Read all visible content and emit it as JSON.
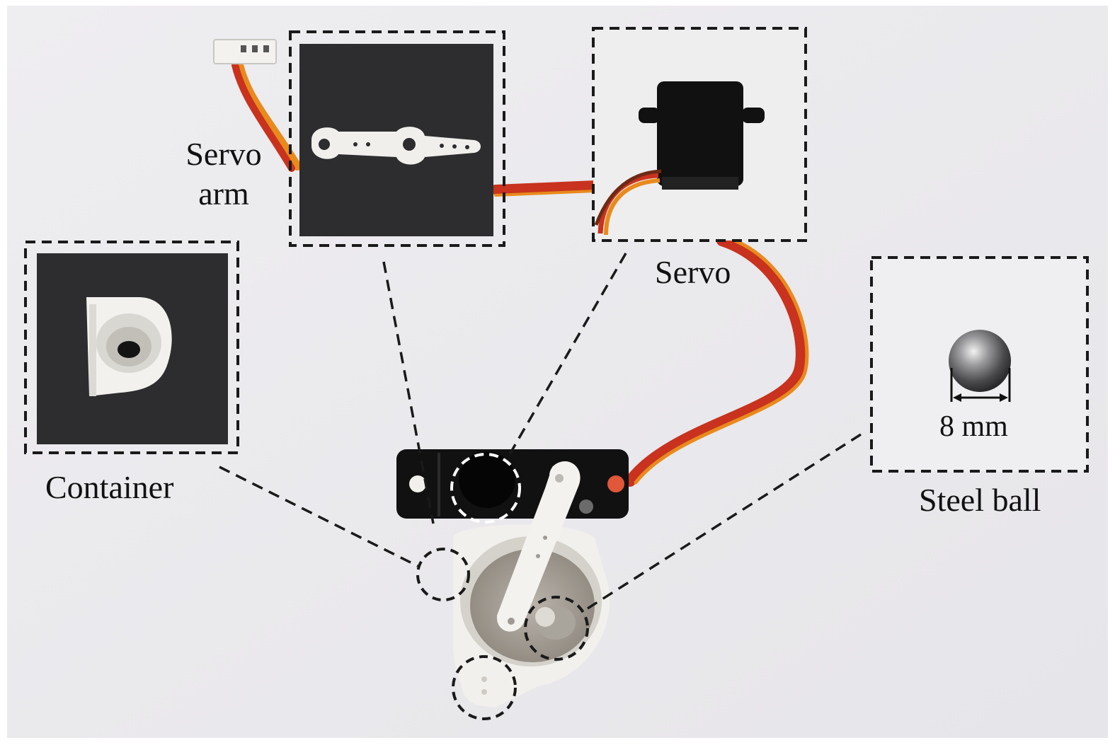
{
  "labels": {
    "servo_arm_line1": "Servo",
    "servo_arm_line2": "arm",
    "servo": "Servo",
    "container": "Container",
    "steel_ball": "Steel ball",
    "ball_diameter": "8 mm"
  },
  "colors": {
    "background": "#ecebee",
    "inset_dark": "#2a2a2c",
    "servo_body": "#111111",
    "white_part": "#f4f4f2",
    "wire_red": "#c8321e",
    "wire_orange": "#e88a1c",
    "wire_brown": "#6e2a14",
    "callout_line": "#1a1a1a"
  }
}
